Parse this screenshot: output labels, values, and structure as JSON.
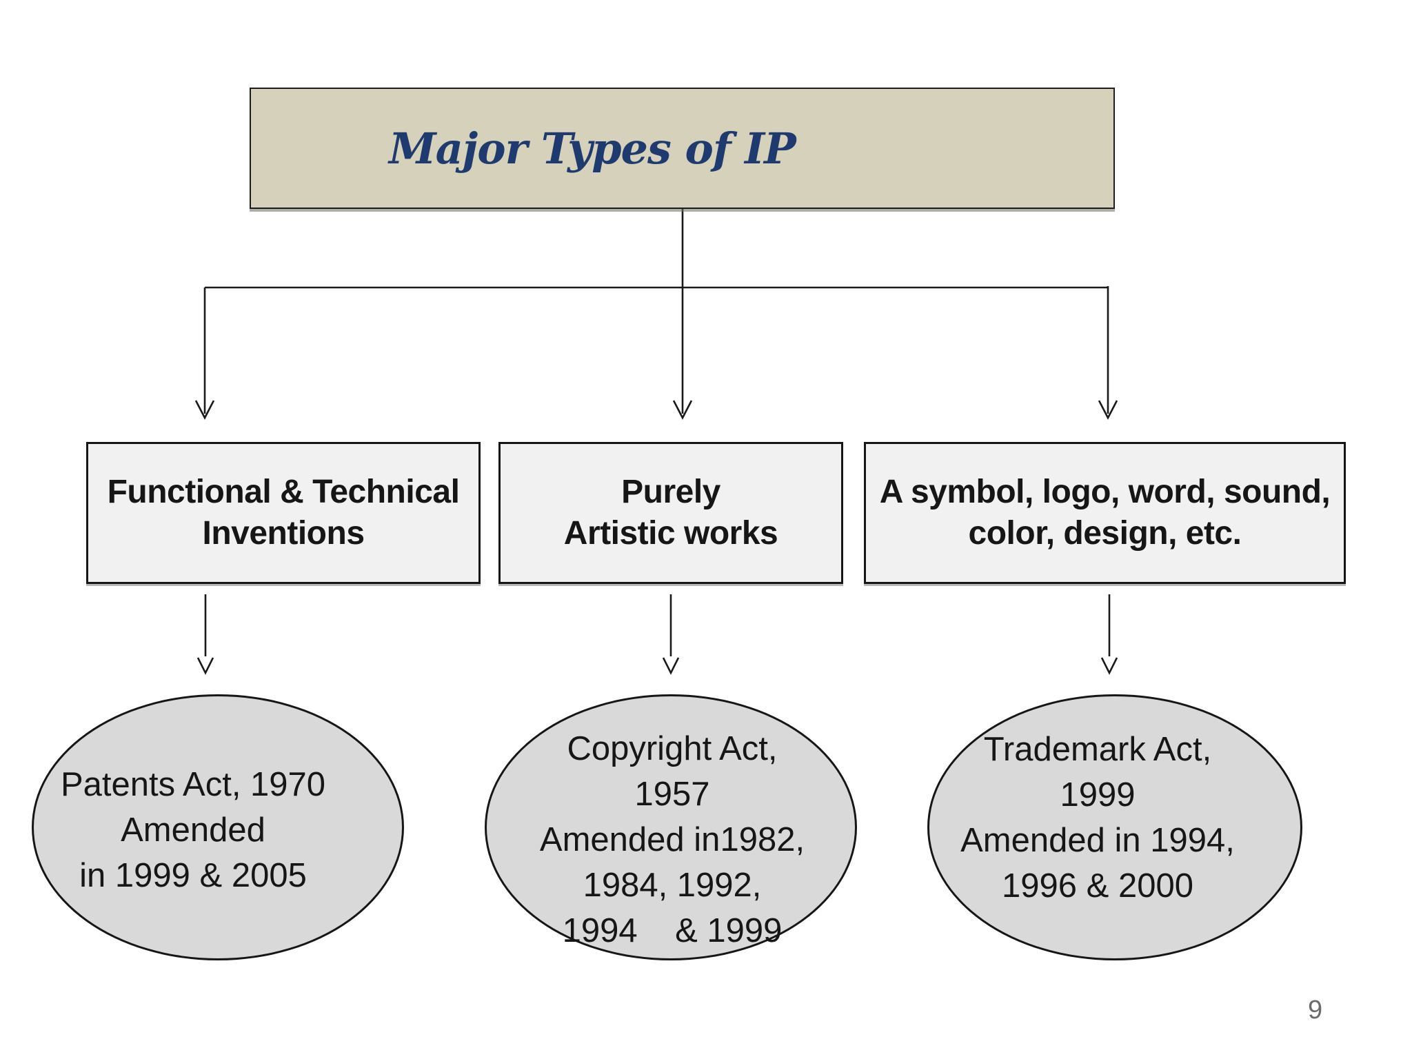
{
  "slide": {
    "title": "Major Types of IP",
    "page_number": "9",
    "colors": {
      "title_fill": "#d5d1bb",
      "title_text": "#1e3a6e",
      "box_fill": "#f1f1f1",
      "ellipse_fill": "#d9d9d9",
      "line": "#1a1a1a",
      "page_number_text": "#6b6b6b"
    },
    "branches": [
      {
        "type_label": "Functional & Technical\nInventions",
        "act_label": "Patents Act, 1970\nAmended\nin 1999 & 2005"
      },
      {
        "type_label": "Purely\nArtistic works",
        "act_label": "Copyright Act,\n1957\nAmended in1982,\n1984, 1992,\n1994    & 1999"
      },
      {
        "type_label": "A symbol, logo, word, sound,\ncolor, design, etc.",
        "act_label": "Trademark Act,\n1999\nAmended in 1994,\n1996 & 2000"
      }
    ]
  }
}
